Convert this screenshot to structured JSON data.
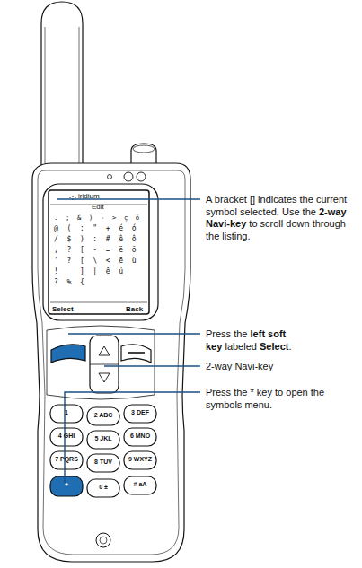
{
  "diagram": {
    "labels": [
      "Edit",
      "iridium",
      ".  ;  &  )  -  >  ç  ö",
      "@  (  :  \"  +  é  ó",
      "/  $  )  :  #  ê  ô",
      ",  ?  [  -  =  ë  õ",
      "'  ?  [  \\  <  ē  ù",
      "!  _  ]  |  ê  ú",
      "?  %  {",
      "Select",
      "Back",
      "1",
      "2 ABC",
      "3 DEF",
      "4 GHI",
      "5 JKL",
      "6 MNO",
      "7 PQRS",
      "8 TUV",
      "9 WXYZ",
      "*",
      "0 ±",
      "# aA",
      "A bracket [] indicates the current symbol selected. Use the",
      "2-way Navi-key",
      "to scroll down through the listing.",
      "Press the",
      "left soft key",
      "labeled",
      "Select",
      ".",
      "2-way Navi-key",
      "Press the * key to open the symbols menu."
    ]
  }
}
